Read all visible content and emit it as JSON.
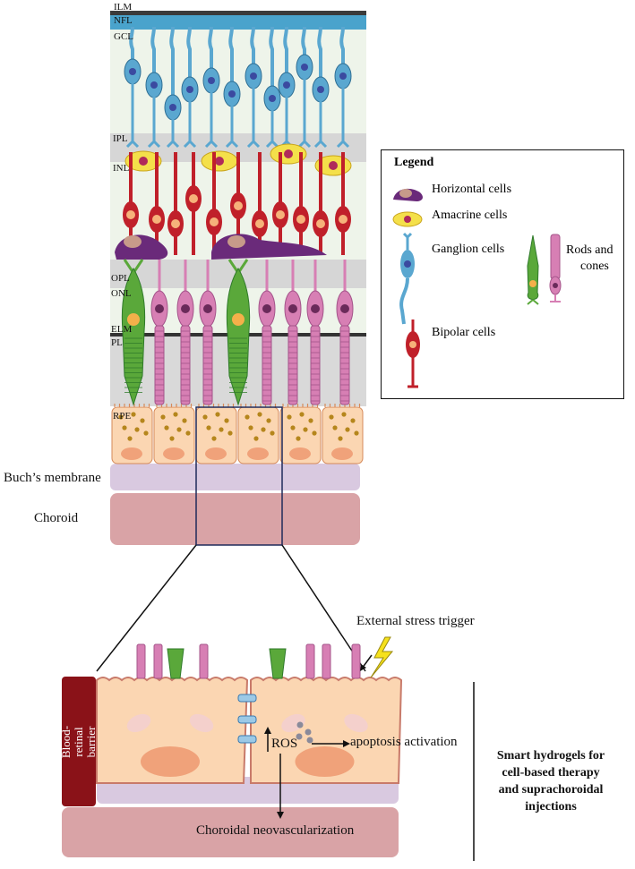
{
  "retina_layers": [
    "ILM",
    "NFL",
    "GCL",
    "IPL",
    "INL",
    "OPL",
    "ONL",
    "ELM",
    "PL",
    "RPE"
  ],
  "lower_layers": {
    "bruch": "Buch’s membrane",
    "choroid": "Choroid"
  },
  "legend": {
    "title": "Legend",
    "items": {
      "horizontal": "Horizontal cells",
      "amacrine": "Amacrine cells",
      "ganglion": "Ganglion cells",
      "rods_line1": "Rods and",
      "rods_line2": "cones",
      "bipolar": "Bipolar cells"
    }
  },
  "zoom": {
    "stress": "External stress trigger",
    "barrier": "Blood-retinal barrier",
    "ros": "ROS",
    "apoptosis": "apoptosis activation",
    "cnv": "Choroidal neovascularization"
  },
  "note": [
    "Smart hydrogels for",
    "cell-based therapy",
    "and suprachoroidal",
    "injections"
  ],
  "colors": {
    "ganglion": "#5aa7d0",
    "bipolar": "#c0202a",
    "amacrine": "#f4e04a",
    "horizontal": "#6a2a7a",
    "rod": "#d77fb4",
    "cone": "#5aa83a",
    "rpe": "#fbd6b2",
    "bruch": "#d9c9e0",
    "choroid": "#d9a3a6"
  }
}
